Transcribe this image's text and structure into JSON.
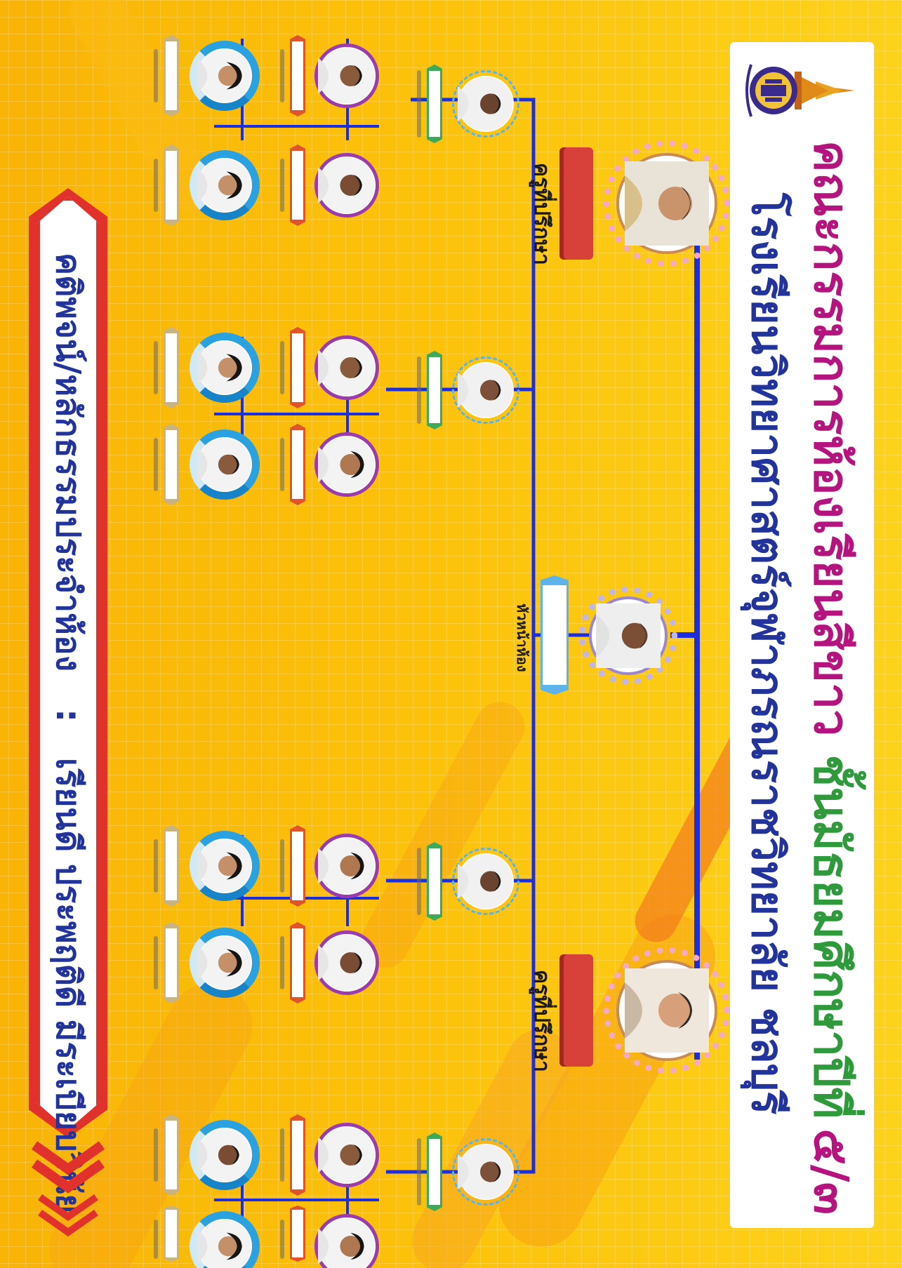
{
  "header": {
    "title_line1_a": "คณะกรรมการห้องเรียนสีขาว",
    "title_line1_b": "ชั้นมัธยมศึกษาปีที่",
    "title_line1_c": "๕/๓",
    "title_line2": "โรงเรียนวิทยาศาสตร์จุฬาภรณราชวิทยาลัย ชลบุรี"
  },
  "advisors": {
    "role_label": "ครูที่ปรึกษา"
  },
  "chief": {
    "role_label": "หัวหน้าห้อง"
  },
  "motto": {
    "label": "คติพจน์/หลักธรรมประจำห้อง",
    "separator": ":",
    "value": "เรียนดี ประพฤติดี มีระเบียบวินัย"
  },
  "colors": {
    "background": "#fcc40c",
    "title_magenta": "#b5147e",
    "title_green": "#2e9a3c",
    "title_navy": "#23339c",
    "connector": "#1b2fe0",
    "ribbon_red": "#d8403a",
    "chief_tag_blue": "#5db3ea"
  },
  "icons": {
    "logo": "school-crest-icon",
    "portrait": "person-portrait-icon",
    "arrows": "double-chevron-right-icon"
  }
}
